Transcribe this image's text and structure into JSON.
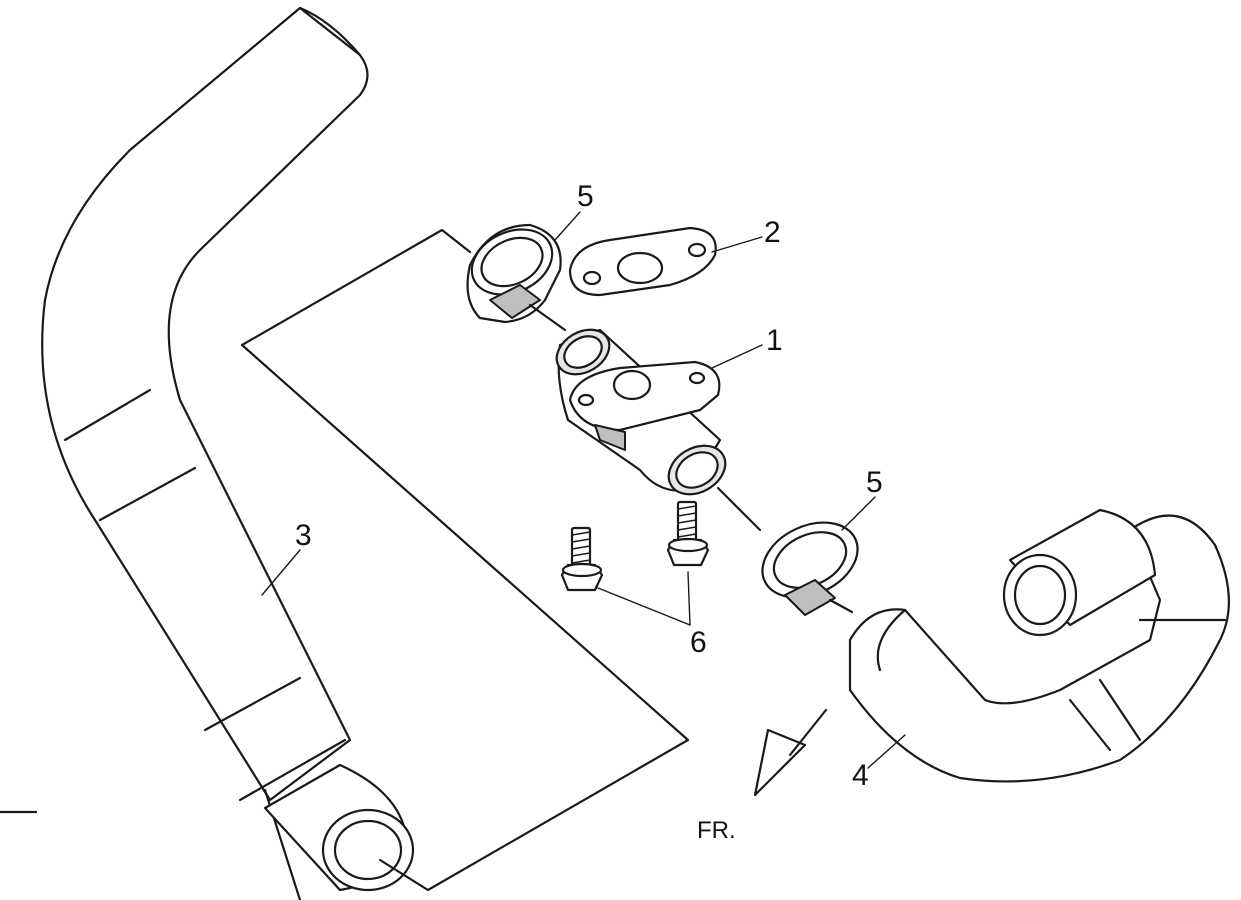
{
  "callouts": {
    "part_1": "1",
    "part_2": "2",
    "part_3": "3",
    "part_4": "4",
    "part_5_upper": "5",
    "part_5_lower": "5",
    "part_6": "6"
  },
  "direction_label": "FR."
}
